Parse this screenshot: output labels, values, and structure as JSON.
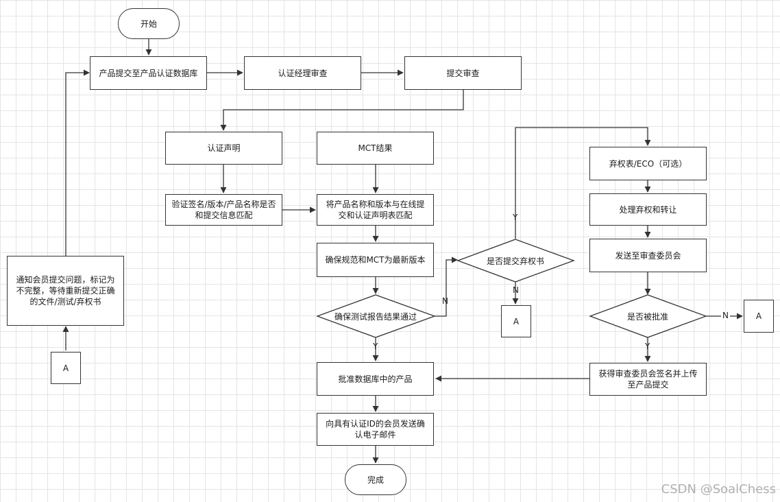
{
  "flowchart": {
    "start": "开始",
    "submit_db": "产品提交至产品认证数据库",
    "manager_review": "认证经理审查",
    "submit_review": "提交审查",
    "cert_statement": "认证声明",
    "mct_result": "MCT结果",
    "verify_signature": "验证签名/版本/产品名称是否和提交信息匹配",
    "match_product": "将产品名称和版本与在线提交和认证声明表匹配",
    "ensure_latest": "确保规范和MCT为最新版本",
    "test_pass": "确保测试报告结果通过",
    "waiver_submitted": "是否提交弃权书",
    "waiver_form": "弃权表/ECO（可选）",
    "process_waiver": "处理弃权和转让",
    "send_committee": "发送至审查委员会",
    "approved": "是否被批准",
    "committee_sign": "获得审查委员会签名并上传至产品提交",
    "approve_product": "批准数据库中的产品",
    "send_email": "向具有认证ID的会员发送确认电子邮件",
    "done": "完成",
    "notify_member": "通知会员提交问题，标记为不完整，等待重新提交正确的文件/测试/弃权书",
    "connector_a": "A",
    "yes": "Y",
    "no": "N"
  },
  "watermark": "CSDN @SoalChess"
}
